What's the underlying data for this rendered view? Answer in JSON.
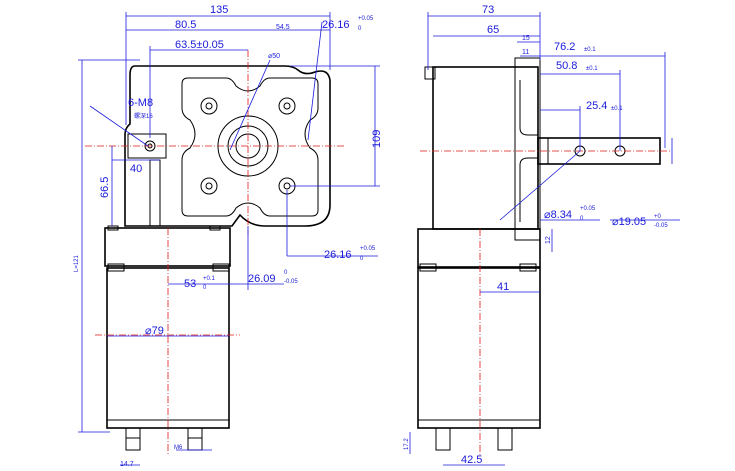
{
  "colors": {
    "dimension": "#1a1adc",
    "outline": "#000000",
    "centerline": "#e01818"
  },
  "front_view": {
    "dims": {
      "d135": "135",
      "d80_5": "80.5",
      "d54_5": "54.5",
      "d26_16_top": "26.16",
      "d26_16_top_tol": "+0.05",
      "d26_16_top_tol0": "0",
      "d63_5": "63.5±0.05",
      "d50": "⌀50",
      "m8": "6-M8",
      "m8_note": "螺深16",
      "d40": "40",
      "d109": "109",
      "d66_5": "66.5",
      "d26_16_bottom": "26.16",
      "d26_16_bottom_tol": "+0.05",
      "d26_16_bottom_tol0": "0",
      "d53": "53",
      "d53_tol": "+0.1",
      "d53_tol0": "0",
      "d26_09": "26.09",
      "d26_09_tol": "0",
      "d26_09_tol2": "-0.05",
      "d79": "⌀79",
      "l_len": "L=121",
      "d14_7": "14.7",
      "m6": "M6"
    }
  },
  "side_view": {
    "dims": {
      "d73": "73",
      "d65": "65",
      "d15": "15",
      "d11": "11",
      "d76_2": "76.2",
      "d76_2_tol": "±0.1",
      "d50_8": "50.8",
      "d50_8_tol": "±0.1",
      "d25_4": "25.4",
      "d25_4_tol": "±0.1",
      "d8_34": "⌀8.34",
      "d8_34_tol": "+0.05",
      "d8_34_tol0": "0",
      "d19_05": "⌀19.05",
      "d19_05_tol": "+0",
      "d19_05_tol2": "-0.05",
      "d12": "12",
      "d41": "41",
      "d17_2": "17.2",
      "d42_5": "42.5"
    }
  }
}
